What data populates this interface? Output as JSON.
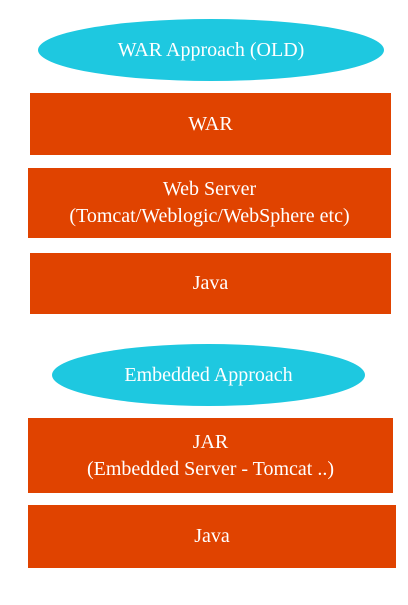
{
  "war_section": {
    "title": "WAR Approach (OLD)",
    "layers": {
      "war": "WAR",
      "web_server_line1": "Web Server",
      "web_server_line2": "(Tomcat/Weblogic/WebSphere etc)",
      "java": "Java"
    }
  },
  "embedded_section": {
    "title": "Embedded Approach",
    "layers": {
      "jar_line1": "JAR",
      "jar_line2": "(Embedded Server - Tomcat ..)",
      "java": "Java"
    }
  },
  "colors": {
    "ellipse": "#1ec8e0",
    "box": "#e04300",
    "text": "#ffffff"
  }
}
